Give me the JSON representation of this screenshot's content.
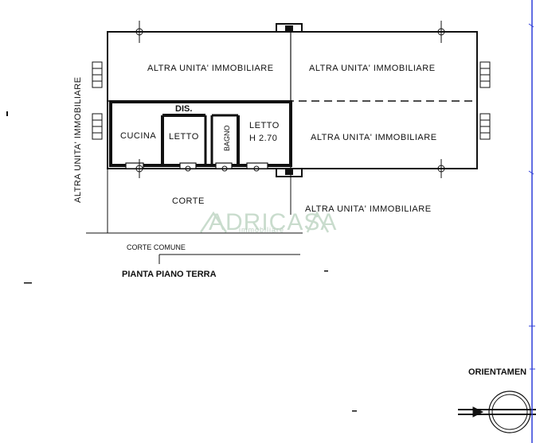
{
  "plan": {
    "units": {
      "top_left": "ALTRA UNITA' IMMOBILIARE",
      "top_right": "ALTRA UNITA' IMMOBILIARE",
      "mid_right": "ALTRA UNITA' IMMOBILIARE",
      "bottom_right": "ALTRA UNITA' IMMOBILIARE",
      "left_vertical": "ALTRA UNITA' IMMOBILIARE"
    },
    "rooms": {
      "cucina": "CUCINA",
      "letto1": "LETTO",
      "dis": "DIS.",
      "bagno": "BAGNO",
      "letto2": "LETTO",
      "height": "H 2.70"
    },
    "corte": "CORTE",
    "corte_comune": "CORTE COMUNE",
    "title": "PIANTA PIANO TERRA",
    "orientamento": "ORIENTAMEN",
    "watermark": {
      "brand": "ADRICASA",
      "sub": "immobiliare"
    }
  },
  "colors": {
    "ink": "#111111",
    "watermark": "#c9dccd",
    "border_blue": "#2f3fd8"
  }
}
